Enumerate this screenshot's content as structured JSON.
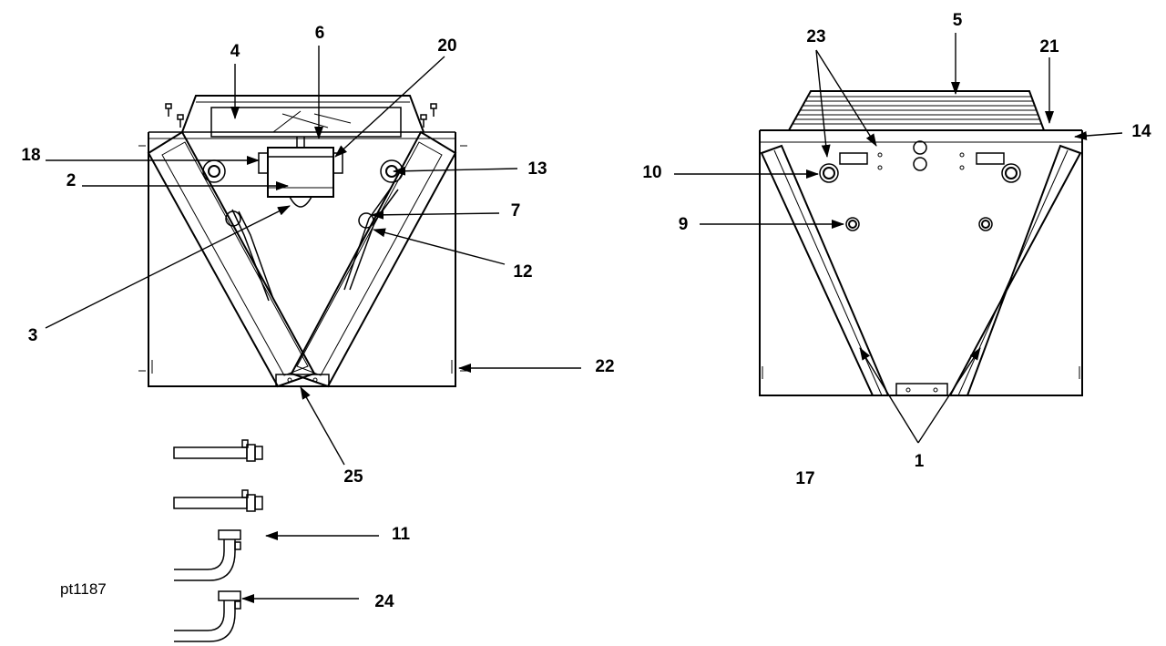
{
  "figure_ref": "pt1187",
  "callouts": {
    "c1": "1",
    "c2": "2",
    "c3": "3",
    "c4": "4",
    "c5": "5",
    "c6": "6",
    "c7": "7",
    "c9": "9",
    "c10": "10",
    "c11": "11",
    "c12": "12",
    "c13": "13",
    "c14": "14",
    "c17": "17",
    "c18": "18",
    "c20": "20",
    "c21": "21",
    "c22": "22",
    "c23": "23",
    "c24": "24",
    "c25": "25"
  }
}
